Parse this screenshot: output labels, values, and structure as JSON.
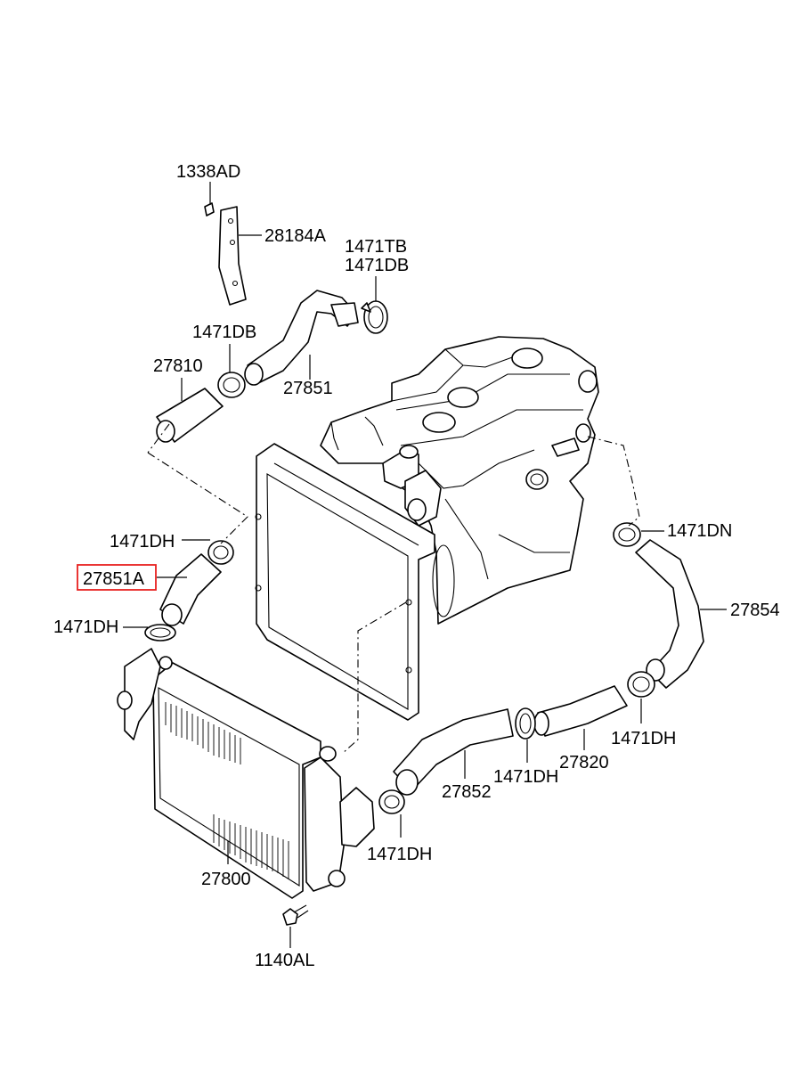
{
  "diagram": {
    "labels": {
      "p1338AD": "1338AD",
      "p28184A": "28184A",
      "p1471TB": "1471TB",
      "p1471DB_top": "1471DB",
      "p1471DB_left": "1471DB",
      "p27810": "27810",
      "p27851": "27851",
      "p1471DH_a": "1471DH",
      "p27851A": "27851A",
      "p1471DH_b": "1471DH",
      "p1471DN": "1471DN",
      "p27854": "27854",
      "p1471DH_c": "1471DH",
      "p27820": "27820",
      "p1471DH_d": "1471DH",
      "p27852": "27852",
      "p1471DH_e": "1471DH",
      "p27800": "27800",
      "p1140AL": "1140AL"
    },
    "highlighted_part": "27851A",
    "highlight_color": "#e8201f"
  }
}
